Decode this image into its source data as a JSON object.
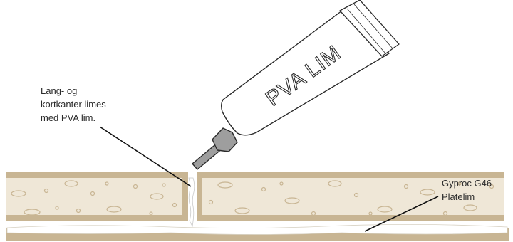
{
  "tube": {
    "text": "PVA LIM"
  },
  "annotations": {
    "joint_glue": {
      "lines": [
        "Lang- og",
        "kortkanter limes",
        "med PVA lim."
      ]
    },
    "board_adhesive": {
      "lines": [
        "Gyproc G46",
        "Platelim"
      ]
    }
  },
  "colors": {
    "board_face": "#efe7d7",
    "board_edge": "#c8b593",
    "outline": "#2b2b2b",
    "tube_body": "#ffffff",
    "nozzle": "#9e9e9e",
    "glue": "#ffffff"
  }
}
